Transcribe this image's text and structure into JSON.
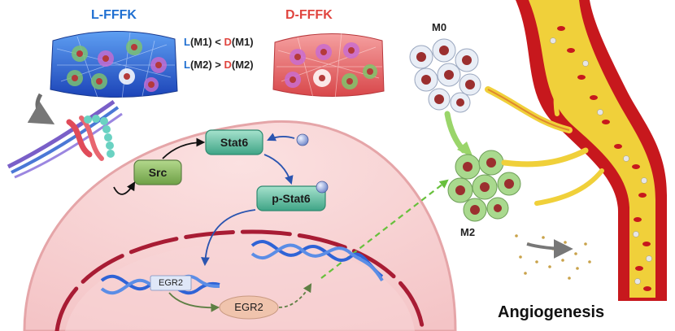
{
  "labels": {
    "l_fffk": "L-FFFK",
    "d_fffk": "D-FFFK",
    "m0": "M0",
    "m2": "M2",
    "src": "Src",
    "stat6": "Stat6",
    "p_stat6": "p-Stat6",
    "egr2_dna": "EGR2",
    "egr2_protein": "EGR2",
    "angiogenesis": "Angiogenesis"
  },
  "comparisons": [
    {
      "prefix": "L",
      "left": "(M1) < ",
      "mid": "D",
      "right": "(M1)"
    },
    {
      "prefix": "L",
      "left": "(M2) > ",
      "mid": "D",
      "right": "(M2)"
    }
  ],
  "colors": {
    "l_blue": "#1f6fd1",
    "d_red": "#e0453f",
    "membrane": "#f0b6b8",
    "nucleus_line": "#a81c34",
    "node_green": "#8fbf62",
    "node_teal": "#5fc2a6",
    "egr2_protein": "#f0c4ad",
    "dna_blue": "#2f63d6",
    "vessel_red": "#c7181d",
    "vessel_yellow": "#f0d03a"
  }
}
